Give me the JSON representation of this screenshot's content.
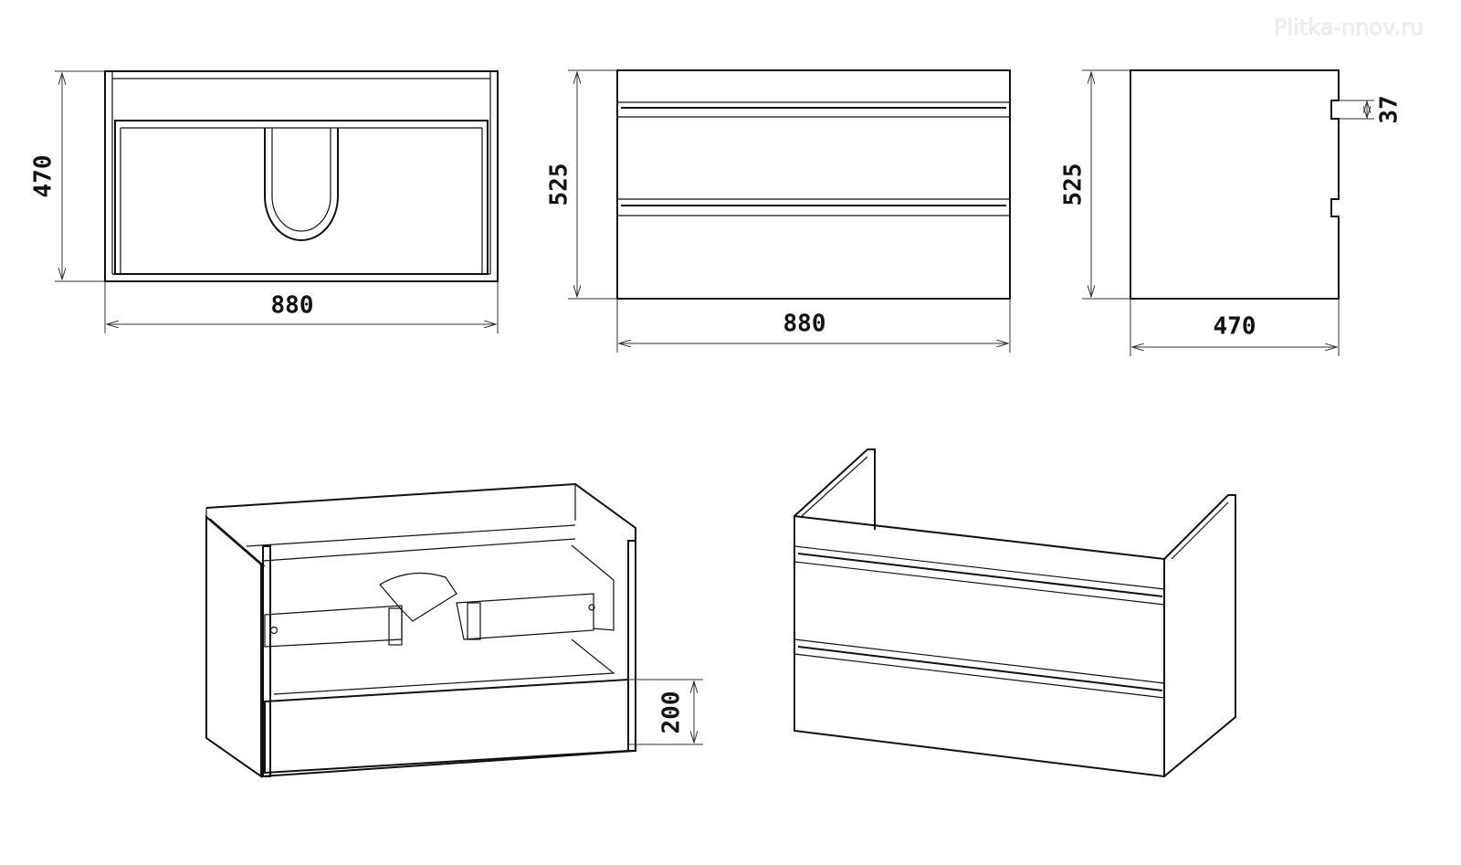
{
  "watermark": "Plitka-nnov.ru",
  "top_view": {
    "depth": "470",
    "width": "880"
  },
  "front_view": {
    "height": "525",
    "width": "880"
  },
  "side_view": {
    "height": "525",
    "depth": "470",
    "groove": "37"
  },
  "iso_open_view": {
    "drawer_height": "200"
  }
}
